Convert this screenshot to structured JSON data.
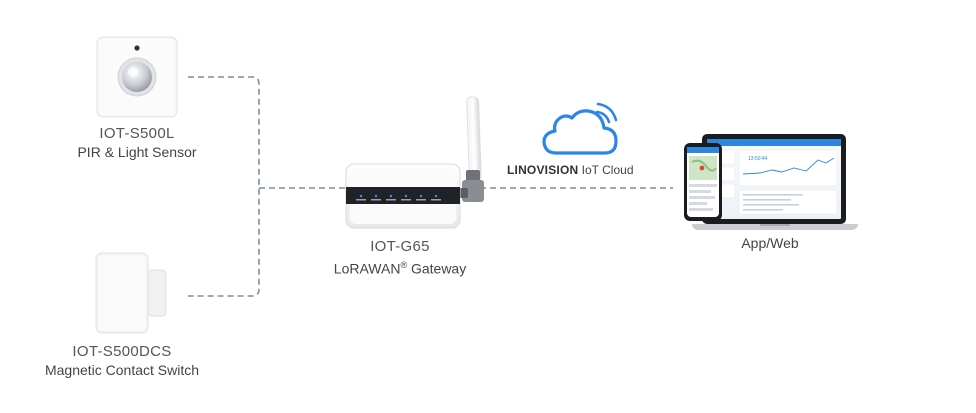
{
  "diagram": {
    "devices": [
      {
        "model": "IOT-S500L",
        "description": "PIR & Light Sensor"
      },
      {
        "model": "IOT-S500DCS",
        "description": "Magnetic Contact Switch"
      }
    ],
    "gateway": {
      "model": "IOT-G65",
      "description_main": "LoRAWAN",
      "description_mark": "®",
      "description_rest": " Gateway"
    },
    "cloud": {
      "brand": "LINOVISION",
      "rest": " IoT Cloud"
    },
    "client": {
      "label": "App/Web"
    },
    "screen": {
      "phone_time": "13:50:44"
    },
    "colors": {
      "line": "#7d8ea3",
      "cloud": "#2b86e8",
      "accent": "#2e86de"
    }
  }
}
